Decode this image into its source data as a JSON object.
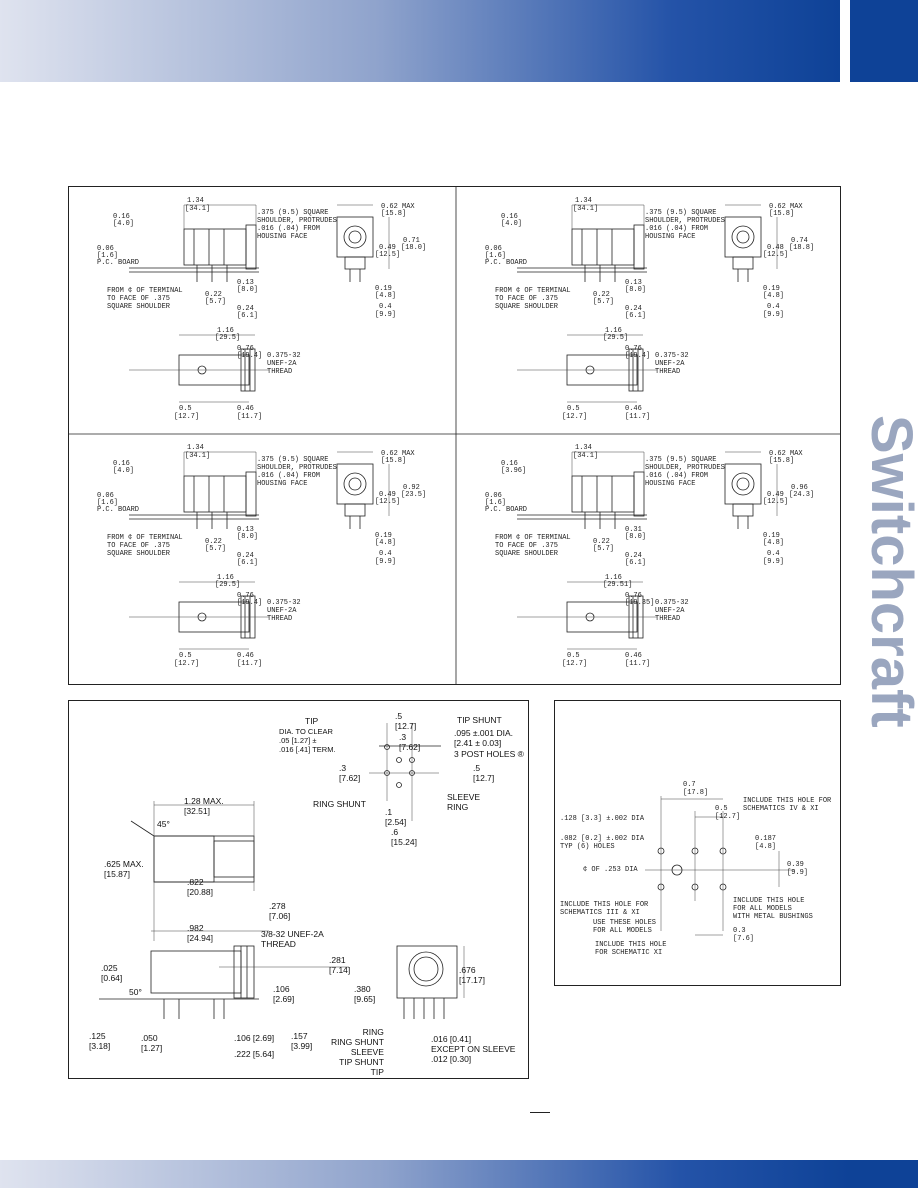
{
  "brand": {
    "name": "Switchcraft"
  },
  "colors": {
    "brand_blue": "#0e4297",
    "gradient_start": "#dfe3ef"
  },
  "quad": {
    "dims": {
      "len": "1.34",
      "len_mm": "[34.1]",
      "shoulder": ".375 (9.5) SQUARE\nSHOULDER, PROTRUDES\n.016 (.04) FROM\nHOUSING FACE",
      "d016": "0.16",
      "d016_mm": "[4.0]",
      "d006": "0.06",
      "d006_mm": "[1.6]",
      "pcb": "P.C. BOARD",
      "from_term": "FROM ¢ OF TERMINAL\nTO FACE OF .375\nSQUARE SHOULDER",
      "d022": "0.22",
      "d022_mm": "[5.7]",
      "d013": "0.13",
      "d013_mm": "[8.0]",
      "d024": "0.24",
      "d024_mm": "[6.1]",
      "d062": "0.62 MAX",
      "d062_mm": "[15.8]",
      "d049": "0.49",
      "d049_mm": "[12.5]",
      "d071": "0.71",
      "d071_mm": "[18.0]",
      "d019": "0.19",
      "d019_mm": "[4.8]",
      "d04": "0.4",
      "d04_mm": "[9.9]",
      "d116": "1.16",
      "d116_mm": "[29.5]",
      "d076": "0.76",
      "d076_mm": "[19.4]",
      "thread": "0.375-32\nUNEF-2A\nTHREAD",
      "d05": "0.5",
      "d05_mm": "[12.7]",
      "d046": "0.46",
      "d046_mm": "[11.7]"
    },
    "q2": {
      "d074": "0.74",
      "d074_mm": "[18.8]",
      "d048": "0.48",
      "d048_mm": "[12.5]",
      "d116": "1.16",
      "d116_mm": "[29.5]"
    },
    "q3": {
      "d092": "0.92",
      "d092_mm": "[23.5]"
    },
    "q4": {
      "d096": "0.96",
      "d096_mm": "[24.3]",
      "d031": "0.31",
      "d031_mm": "[8.0]",
      "d016b_mm": "[3.96]",
      "d116_mm": "[29.51]",
      "d076_mm": "[19.35]"
    }
  },
  "bottom_left": {
    "tip": "TIP",
    "dia_clear": "DIA. TO CLEAR\n.05 [1.27] ±\n.016 [.41] TERM.",
    "d5_top": ".5\n[12.7]",
    "tip_shunt": "TIP SHUNT",
    "d3": ".3\n[7.62]",
    "dia095": ".095 ±.001 DIA.\n[2.41 ± 0.03]",
    "post_holes": "3 POST HOLES ®",
    "d3_left": ".3\n[7.62]",
    "d5_right": ".5\n[12.7]",
    "ring_shunt": "RING SHUNT",
    "sleeve": "SLEEVE",
    "ring": "RING",
    "d1": ".1\n[2.54]",
    "d6": ".6\n[15.24]",
    "d128": "1.28 MAX.\n[32.51]",
    "deg45": "45°",
    "d625": ".625 MAX.\n[15.87]",
    "d822": ".822\n[20.88]",
    "d278": ".278\n[7.06]",
    "d982": ".982\n[24.94]",
    "thread": "3/8-32 UNEF-2A\nTHREAD",
    "d281": ".281\n[7.14]",
    "d380": ".380\n[9.65]",
    "d676": ".676\n[17.17]",
    "d025": ".025\n[0.64]",
    "deg50": "50°",
    "d106a": ".106\n[2.69]",
    "d125": ".125\n[3.18]",
    "d050": ".050\n[1.27]",
    "d106b": ".106 [2.69]",
    "d157": ".157\n[3.99]",
    "d222": ".222 [5.64]",
    "pins": "RING\nRING SHUNT\nSLEEVE\nTIP SHUNT\nTIP",
    "d016": ".016 [0.41]\nEXCEPT ON SLEEVE\n.012 [0.30]"
  },
  "bottom_right": {
    "d07": "0.7\n[17.8]",
    "d05": "0.5\n[12.7]",
    "d128": ".128 [3.3] ±.002 DIA",
    "include_iv": "INCLUDE THIS HOLE FOR\nSCHEMATICS IV & XI",
    "d082": ".082 [0.2] ±.002 DIA\nTYP (6) HOLES",
    "d0187": "0.187\n[4.8]",
    "cl253": "¢ OF .253 DIA",
    "d039": "0.39\n[9.9]",
    "include_iii": "INCLUDE THIS HOLE FOR\nSCHEMATICS III & XI",
    "include_all": "INCLUDE THIS HOLE\nFOR ALL MODELS\nWITH METAL BUSHINGS",
    "use_holes": "USE THESE HOLES\nFOR ALL MODELS",
    "d03": "0.3\n[7.6]",
    "include_xi": "INCLUDE THIS HOLE\nFOR SCHEMATIC XI"
  }
}
